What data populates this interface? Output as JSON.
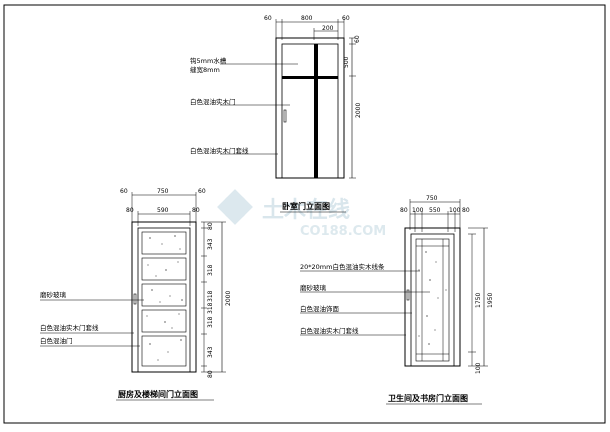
{
  "title": "卧室门立面图",
  "watermark": {
    "main": "土木在线",
    "sub": "CO188.COM"
  },
  "bedroom_door": {
    "title": "卧室门立面图",
    "dims_top": [
      "60",
      "800",
      "60",
      "200"
    ],
    "dims_right": [
      "60",
      "500",
      "2000"
    ],
    "labels": [
      "钩5mm水槽",
      "缝宽8mm",
      "白色混油实木门",
      "白色混油实木门套线"
    ]
  },
  "kitchen_door": {
    "title": "厨房及楼梯间门立面图",
    "dims_top": [
      "60",
      "750",
      "60",
      "80",
      "590",
      "80"
    ],
    "dims_right": [
      "80",
      "343",
      "318",
      "318",
      "318",
      "318",
      "343",
      "80",
      "2000"
    ],
    "labels": [
      "磨砂玻璃",
      "白色混油实木门套线",
      "白色混油门"
    ]
  },
  "bath_door": {
    "title": "卫生间及书房门立面图",
    "dims_top": [
      "750",
      "80",
      "100",
      "550",
      "100",
      "80"
    ],
    "dims_right": [
      "1750",
      "1950",
      "100"
    ],
    "labels": [
      "20*20mm白色混油实木线条",
      "磨砂玻璃",
      "白色混油饰面",
      "白色混油实木门套线"
    ]
  }
}
